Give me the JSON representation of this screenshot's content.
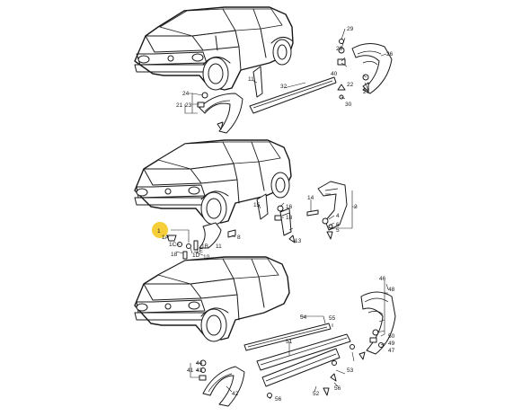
{
  "callouts": {
    "c1": "1",
    "c1a": "1A",
    "c1c": "1C",
    "c1b": "1B",
    "c1d": "1D",
    "c1e": "1E",
    "c2": "2",
    "c4": "4",
    "c5": "5",
    "c6": "6",
    "c8": "8",
    "c10": "10",
    "c11": "11",
    "c13": "13",
    "c14": "14",
    "c15": "15",
    "c16": "16",
    "c18": "18",
    "c21": "21",
    "c22": "22",
    "c23": "23",
    "c24": "24",
    "c26": "26",
    "c27": "27",
    "c28": "28",
    "c29": "29",
    "c30": "30",
    "c32": "32",
    "c40": "40",
    "c41": "41",
    "c42": "42",
    "c43": "43",
    "c44": "44",
    "c46": "46",
    "c47": "47",
    "c48": "48",
    "c49": "49",
    "c50": "50",
    "c51": "51",
    "c52": "52",
    "c53": "53",
    "c54": "54",
    "c55": "55",
    "c56": "56"
  },
  "highlight_color": "#f5c518"
}
